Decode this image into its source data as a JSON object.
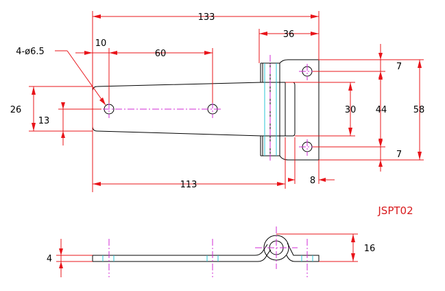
{
  "drawing": {
    "part_code": "JSPT02",
    "hole_callout": "4-ø6.5",
    "dimensions": {
      "overall_length": "133",
      "knuckle_width": "36",
      "hole_offset": "10",
      "hole_pitch": "60",
      "leaf_length": "113",
      "knuckle_offset": "8",
      "leaf_width": "26",
      "leaf_half_width": "13",
      "top_hole_offset": "7",
      "bottom_hole_offset": "7",
      "hole_span": "44",
      "inner_width": "30",
      "overall_height": "58",
      "thickness": "4",
      "height": "16"
    },
    "colors": {
      "dimension": "#e8141a",
      "outline": "#000000",
      "centerline": "#d12ad6",
      "hidden": "#27c4d4"
    }
  }
}
